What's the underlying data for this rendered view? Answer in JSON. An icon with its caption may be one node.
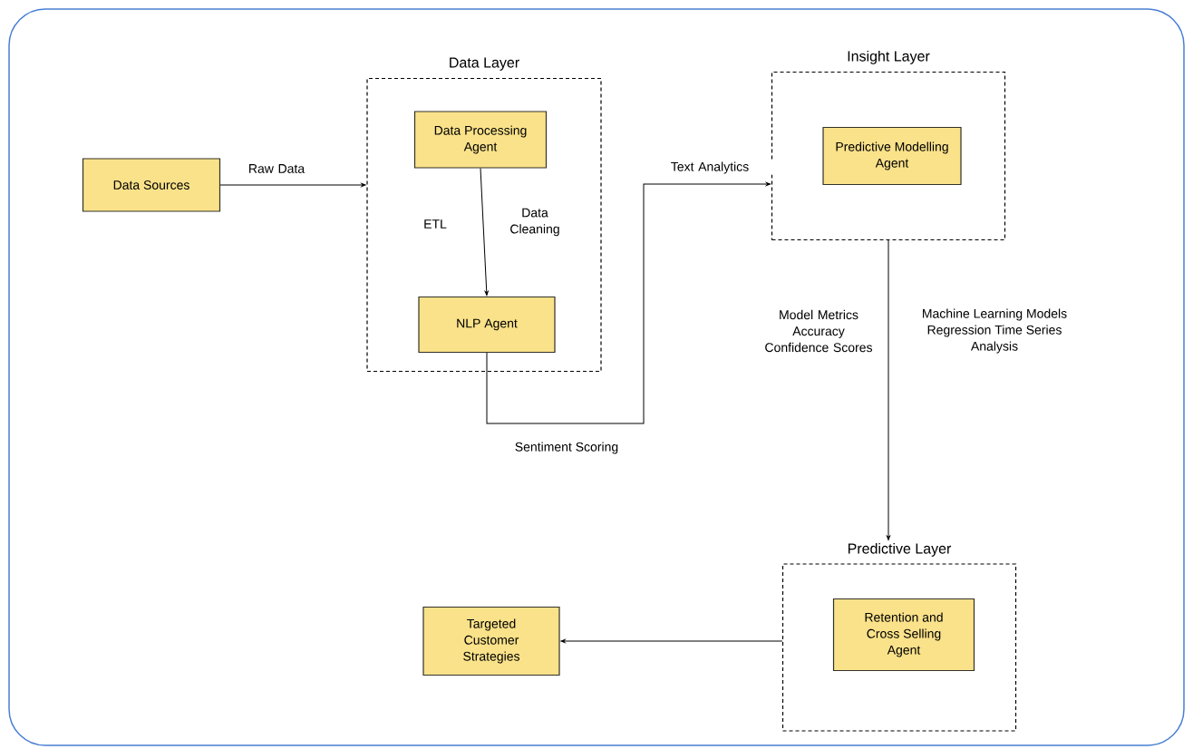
{
  "diagram": {
    "nodes": [
      {
        "text": [
          "Data Sources"
        ]
      },
      {
        "text": [
          "Data Layer"
        ]
      },
      {
        "text": [
          "Data Processing Agent"
        ],
        "in": 1
      },
      {
        "text": [
          "NLP Agent"
        ],
        "in": 1
      },
      {
        "text": [
          "Insight Layer"
        ]
      },
      {
        "text": [
          "Predictive Modelling Agent"
        ],
        "in": 4
      },
      {
        "text": [
          "Predictive Layer"
        ]
      },
      {
        "text": [
          "Retention and Cross Selling Agent"
        ],
        "in": 6
      },
      {
        "text": [
          "Targeted Customer Strategies"
        ]
      }
    ],
    "edges": [
      {
        "from": 0,
        "to": 1,
        "arrow": "to",
        "label": "Raw Data"
      },
      {
        "from": 2,
        "to": 3,
        "arrow": "to",
        "label": "ETL"
      },
      {
        "from": 3,
        "to": 4,
        "arrow": "to",
        "label": "Text Analytics"
      },
      {
        "from": 4,
        "to": 6,
        "arrow": "to",
        "label": "Model Metrics Accuracy Confidence Scores"
      },
      {
        "from": 6,
        "to": 8,
        "arrow": "to"
      }
    ],
    "labels": [
      "Data Cleaning",
      "Sentiment Scoring",
      "Machine Learning Models Regression Time Series Analysis"
    ]
  }
}
